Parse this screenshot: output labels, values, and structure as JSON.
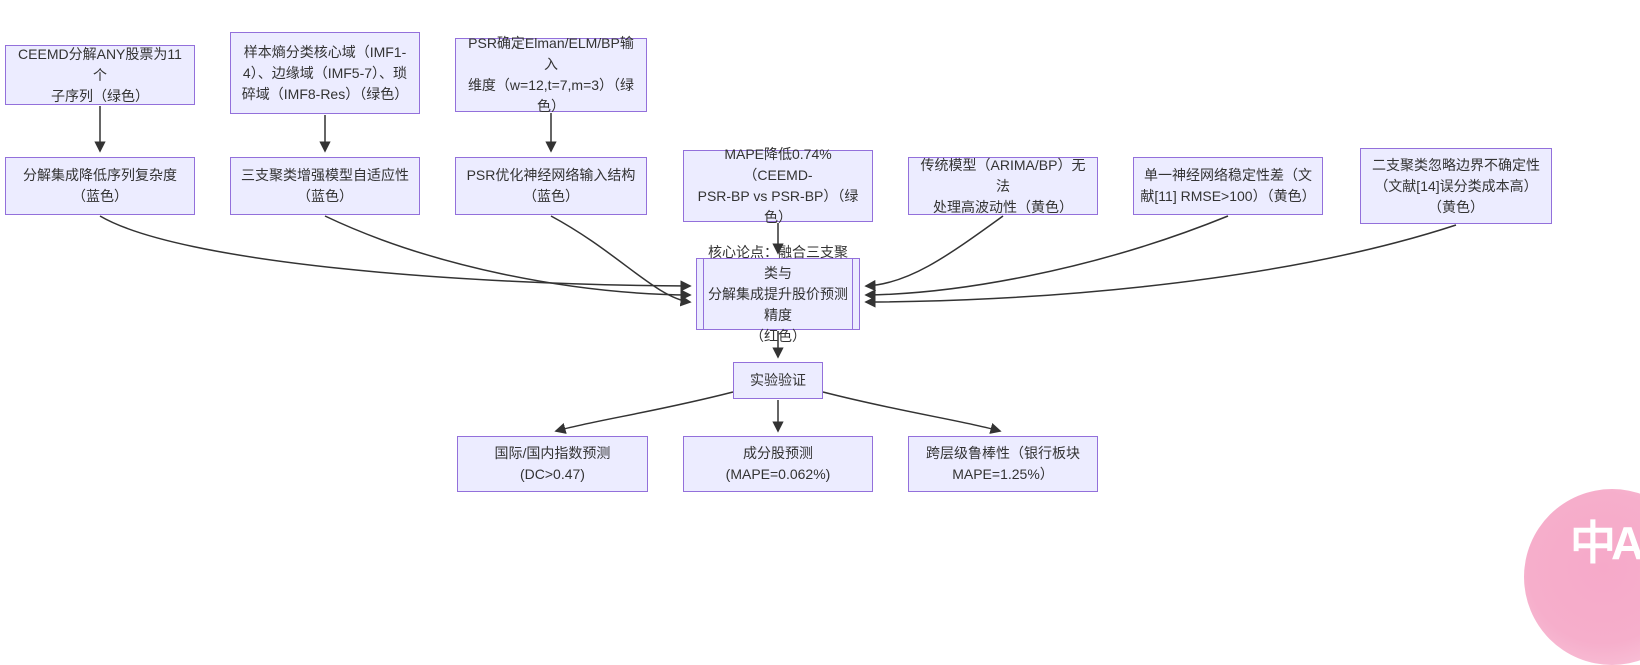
{
  "colors": {
    "node_fill": "#ECECFF",
    "node_border": "#9370DB",
    "text": "#333333",
    "arrow": "#333333",
    "translate_bubble": "#F6AECB"
  },
  "nodes": {
    "ceemd": {
      "label": "CEEMD分解ANY股票为11个\n子序列（绿色）"
    },
    "entropy": {
      "label": "样本熵分类核心域（IMF1-\n4）、边缘域（IMF5-7）、琐\n碎域（IMF8-Res）（绿色）"
    },
    "psr_input": {
      "label": "PSR确定Elman/ELM/BP输入\n维度（w=12,t=7,m=3）（绿\n色）"
    },
    "decomp": {
      "label": "分解集成降低序列复杂度\n（蓝色）"
    },
    "three_way": {
      "label": "三支聚类增强模型自适应性\n（蓝色）"
    },
    "psr_opt": {
      "label": "PSR优化神经网络输入结构\n（蓝色）"
    },
    "mape": {
      "label": "MAPE降低0.74%（CEEMD-\nPSR-BP vs PSR-BP）（绿\n色）"
    },
    "traditional": {
      "label": "传统模型（ARIMA/BP）无法\n处理高波动性（黄色）"
    },
    "single_nn": {
      "label": "单一神经网络稳定性差（文\n献[11] RMSE>100）（黄色）"
    },
    "two_way": {
      "label": "二支聚类忽略边界不确定性\n（文献[14]误分类成本高）\n（黄色）"
    },
    "core": {
      "label": "核心论点：融合三支聚类与\n分解集成提升股价预测精度\n（红色）"
    },
    "experiment": {
      "label": "实验验证"
    },
    "index_pred": {
      "label": "国际/国内指数预测\n(DC>0.47)"
    },
    "component_pred": {
      "label": "成分股预测\n(MAPE=0.062%)"
    },
    "robustness": {
      "label": "跨层级鲁棒性（银行板块\nMAPE=1.25%）"
    }
  },
  "edges": [
    {
      "from": "ceemd",
      "to": "decomp"
    },
    {
      "from": "entropy",
      "to": "three_way"
    },
    {
      "from": "psr_input",
      "to": "psr_opt"
    },
    {
      "from": "decomp",
      "to": "core"
    },
    {
      "from": "three_way",
      "to": "core"
    },
    {
      "from": "psr_opt",
      "to": "core"
    },
    {
      "from": "mape",
      "to": "core"
    },
    {
      "from": "traditional",
      "to": "core"
    },
    {
      "from": "single_nn",
      "to": "core"
    },
    {
      "from": "two_way",
      "to": "core"
    },
    {
      "from": "core",
      "to": "experiment"
    },
    {
      "from": "experiment",
      "to": "index_pred"
    },
    {
      "from": "experiment",
      "to": "component_pred"
    },
    {
      "from": "experiment",
      "to": "robustness"
    }
  ],
  "translate_button": {
    "label": "中A"
  }
}
